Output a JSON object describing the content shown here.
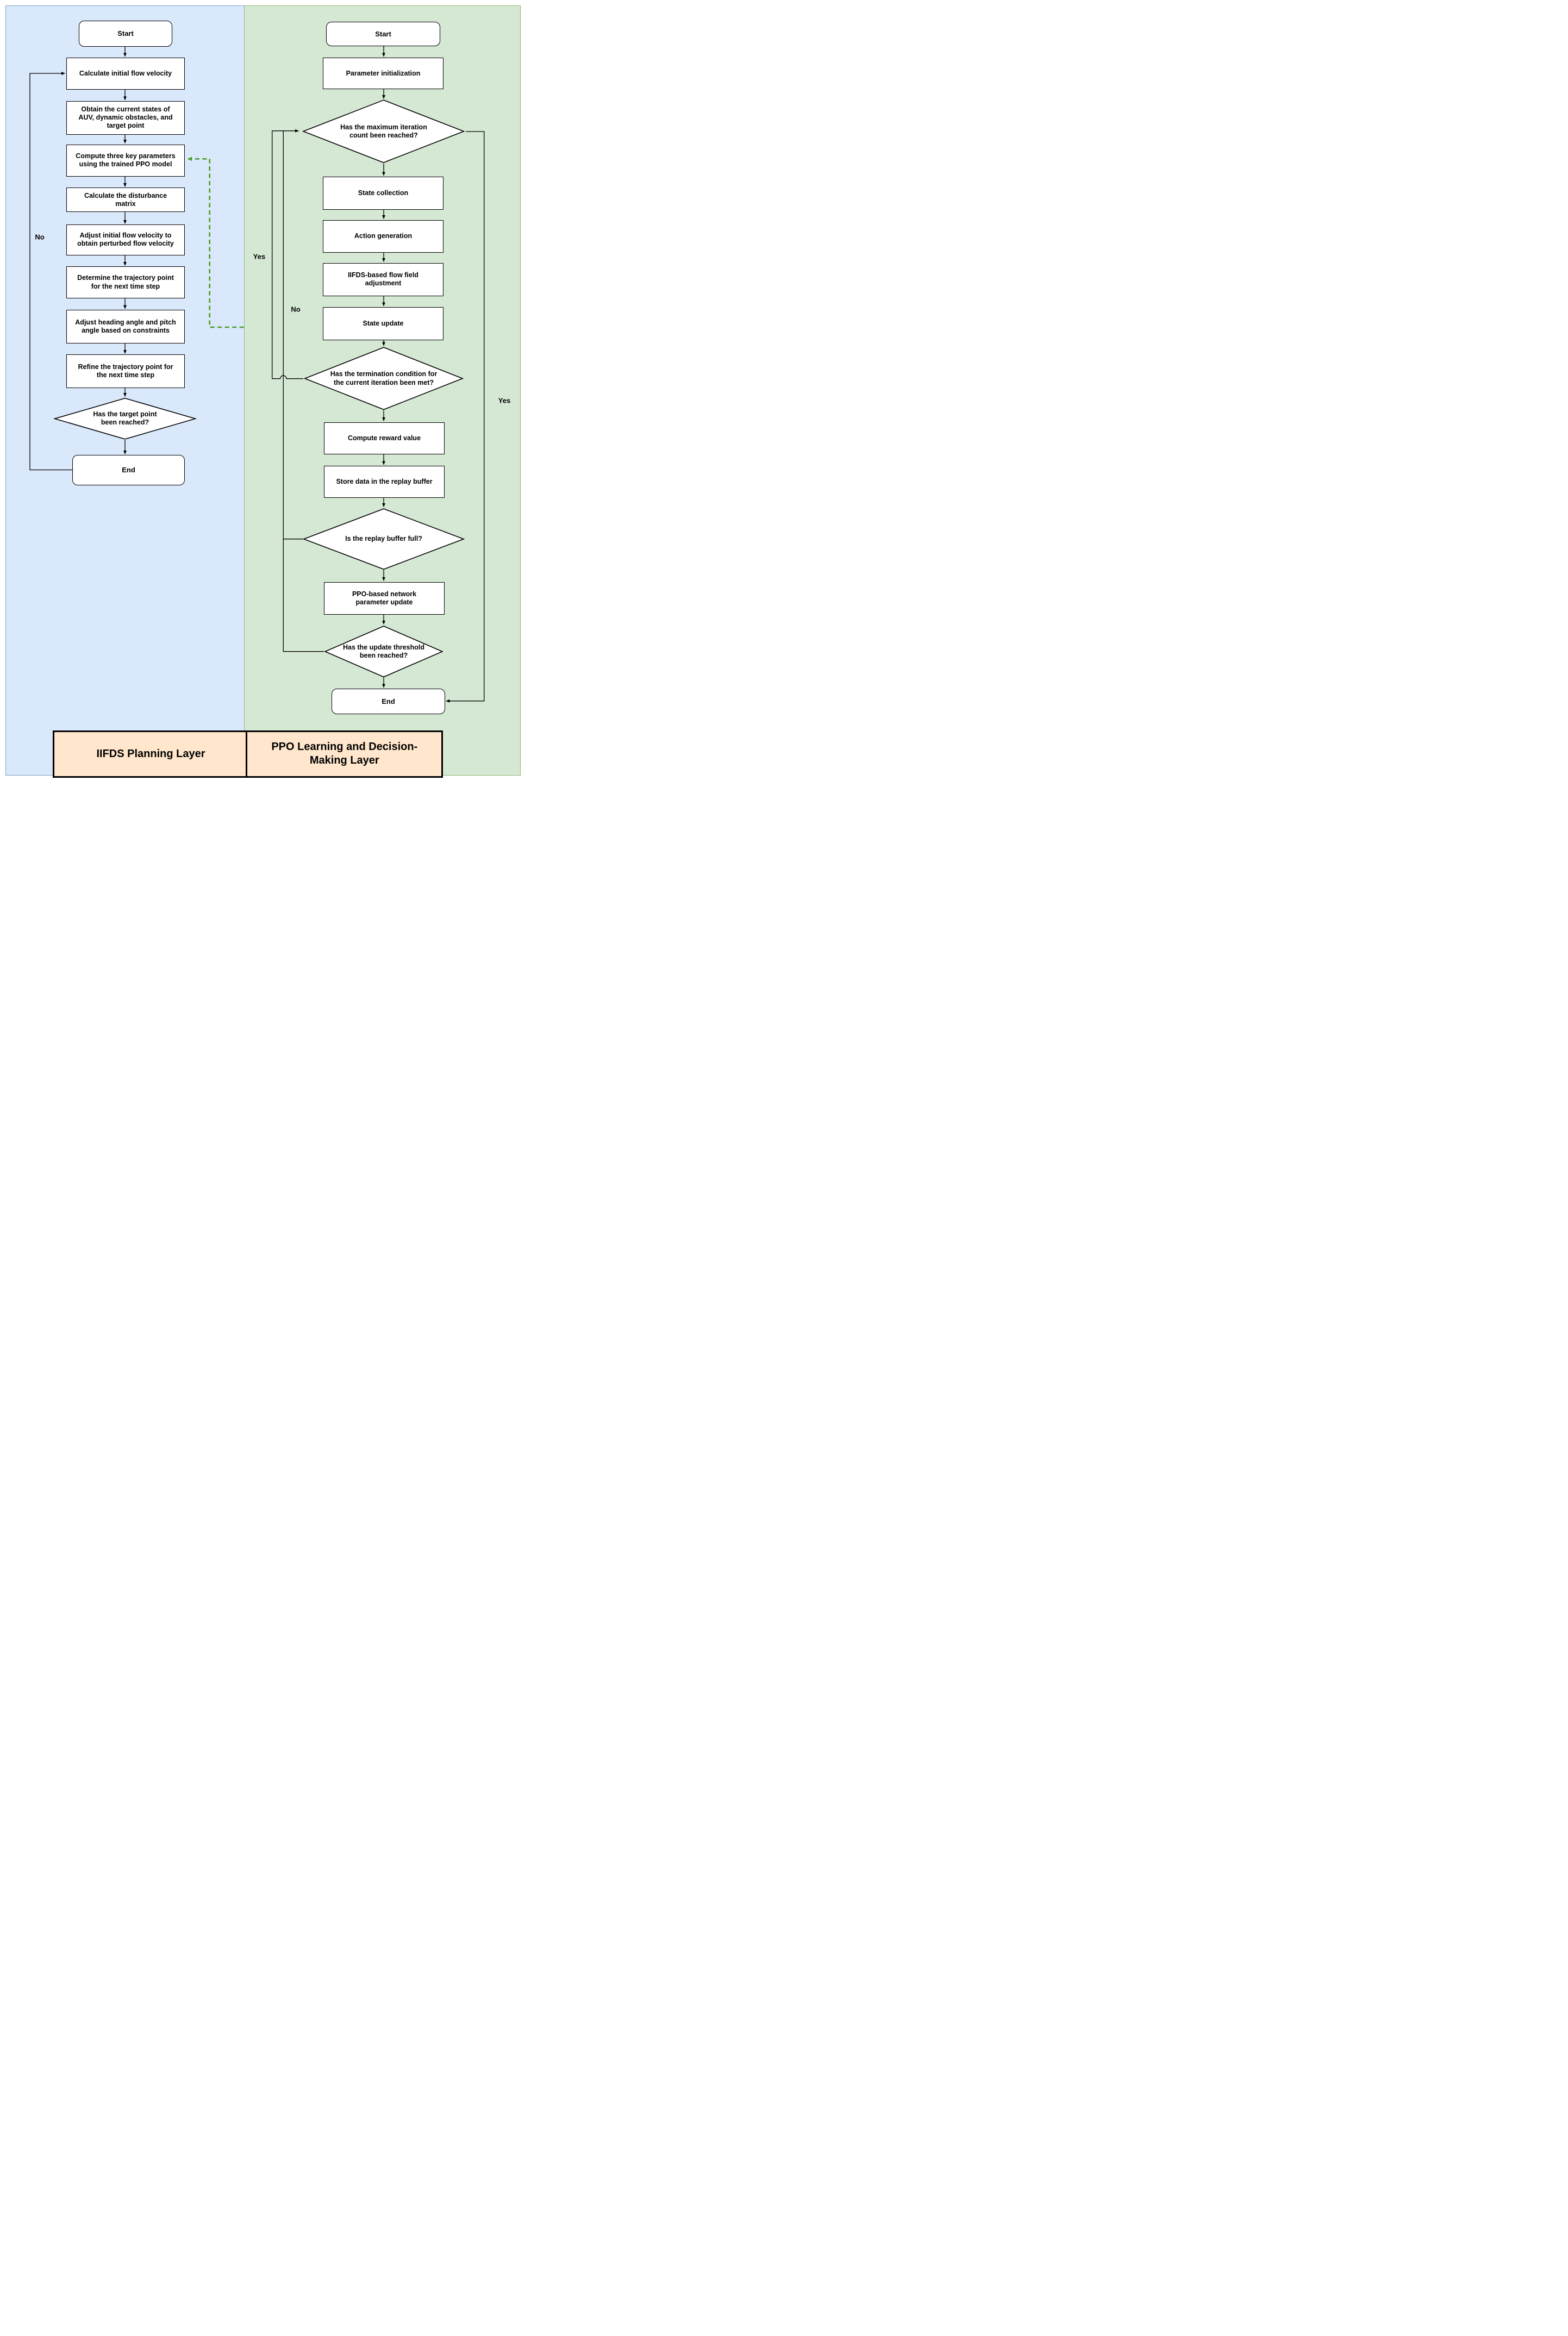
{
  "diagram": {
    "left_panel": {
      "layer_label": "IIFDS Planning Layer",
      "nodes": {
        "start": "Start",
        "calc_initial_flow": "Calculate initial flow velocity",
        "obtain_states": "Obtain the current states of\nAUV, dynamic obstacles, and\ntarget point",
        "compute_parameters": "Compute three key parameters\nusing the trained PPO model",
        "calc_disturbance": "Calculate the disturbance\nmatrix",
        "adjust_initial_flow": "Adjust initial flow velocity to\nobtain perturbed flow velocity",
        "determine_trajectory": "Determine the trajectory point\nfor the next time step",
        "adjust_angles": "Adjust heading angle and pitch\nangle based on constraints",
        "refine_trajectory": "Refine the trajectory point for\nthe next time step",
        "decision_target_reached": "Has the target point\nbeen reached?",
        "end": "End"
      },
      "edge_labels": {
        "no_loop": "No"
      }
    },
    "right_panel": {
      "layer_label": "PPO Learning and Decision-\nMaking Layer",
      "nodes": {
        "start": "Start",
        "param_init": "Parameter initialization",
        "decision_max_iteration": "Has the maximum iteration\ncount been reached?",
        "state_collection": "State collection",
        "action_generation": "Action generation",
        "iifds_adjustment": "IIFDS-based flow field\nadjustment",
        "state_update": "State update",
        "decision_termination": "Has the termination condition for\nthe current iteration been met?",
        "compute_reward": "Compute reward value",
        "store_replay": "Store data in the replay buffer",
        "decision_replay_full": "Is the replay buffer full?",
        "ppo_update": "PPO-based network\nparameter update",
        "decision_update_threshold": "Has the update threshold\nbeen reached?",
        "end": "End"
      },
      "edge_labels": {
        "yes_termination": "Yes",
        "no_return": "No",
        "yes_max_iteration": "Yes"
      }
    },
    "colors": {
      "left_panel_bg": "#dae8fc",
      "right_panel_bg": "#d5e8d4",
      "layer_label_bg": "#ffe6cc",
      "node_bg": "#ffffff",
      "stroke": "#000000",
      "ppo_feedback_arrow": "#4c9c20"
    }
  }
}
